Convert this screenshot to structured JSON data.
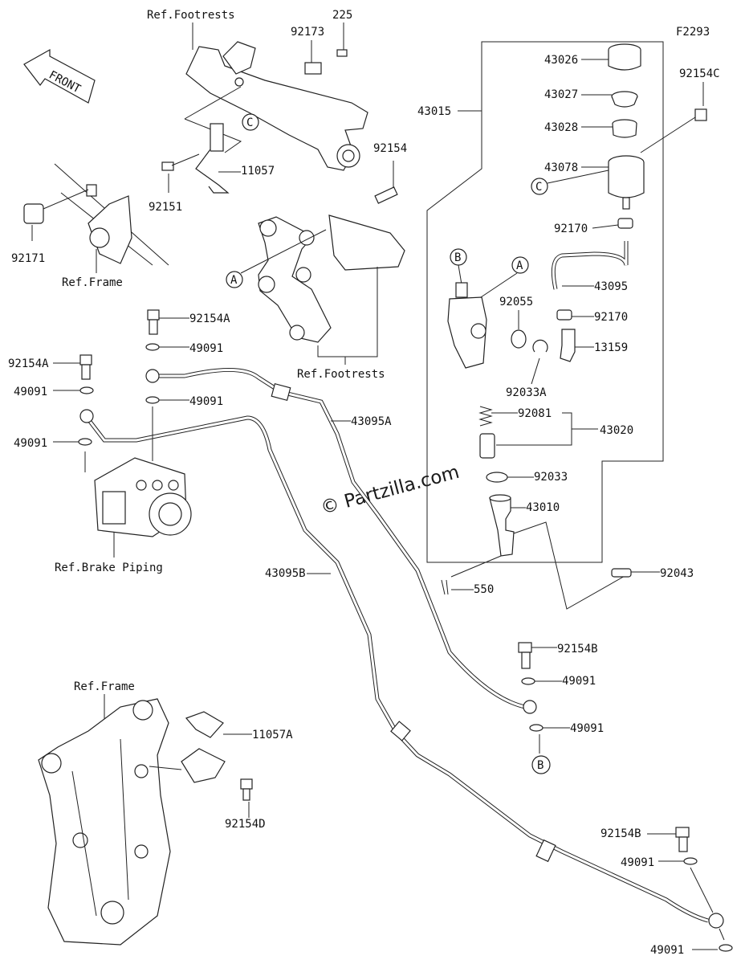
{
  "diagram": {
    "code": "F2293",
    "front_label": "FRONT",
    "watermark": "© Partzilla.com",
    "refs": {
      "footrests_top": "Ref.Footrests",
      "frame_left": "Ref.Frame",
      "footrests_mid": "Ref.Footrests",
      "brake_piping": "Ref.Brake Piping",
      "frame_bottom": "Ref.Frame"
    },
    "parts": {
      "p225": "225",
      "p92173": "92173",
      "p11057": "11057",
      "p92151": "92151",
      "p92171": "92171",
      "p92154": "92154",
      "p43015": "43015",
      "p43026": "43026",
      "p43027": "43027",
      "p43028": "43028",
      "p43078": "43078",
      "p92154C": "92154C",
      "p92170a": "92170",
      "p43095": "43095",
      "p92055": "92055",
      "p92170b": "92170",
      "p13159": "13159",
      "p92033A": "92033A",
      "p92081": "92081",
      "p43020": "43020",
      "p92033": "92033",
      "p43010": "43010",
      "p92043": "92043",
      "p550": "550",
      "p92154A_a": "92154A",
      "p49091_a": "49091",
      "p92154A_b": "92154A",
      "p49091_b": "49091",
      "p49091_c": "49091",
      "p49091_d": "49091",
      "p43095A": "43095A",
      "p43095B": "43095B",
      "p92154B_a": "92154B",
      "p49091_e": "49091",
      "p49091_f": "49091",
      "p11057A": "11057A",
      "p92154D": "92154D",
      "p92154B_b": "92154B",
      "p49091_g": "49091",
      "p49091_h": "49091"
    },
    "markers": {
      "a1": "A",
      "a2": "A",
      "b1": "B",
      "b2": "B",
      "c1": "C",
      "c2": "C"
    }
  }
}
